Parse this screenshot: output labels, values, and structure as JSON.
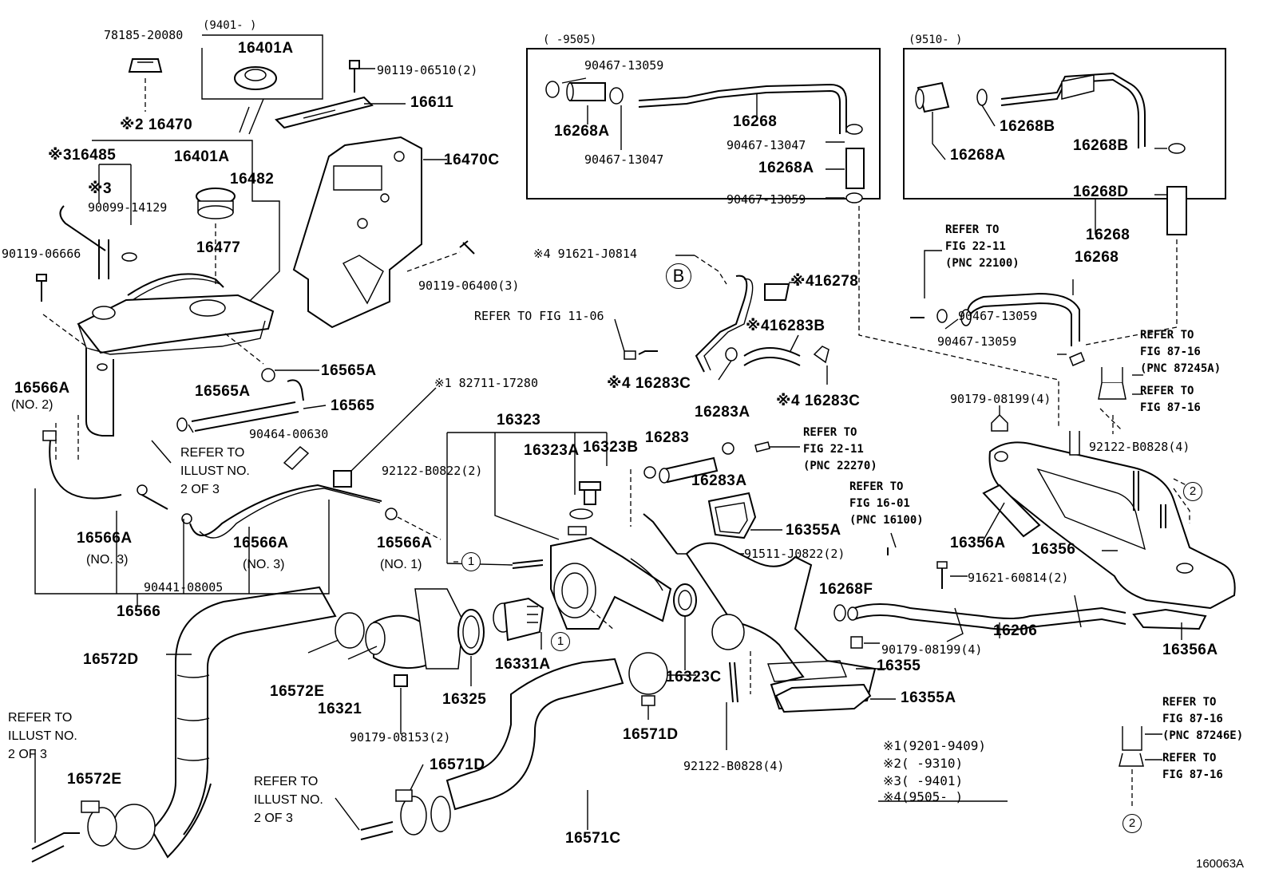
{
  "diagram_id": "160063A",
  "ranges": {
    "r9401": "(9401-          )",
    "r9505": "(       -9505)",
    "r9510": "(9510-        )"
  },
  "notes": {
    "n1": "※1(9201-9409)",
    "n2": "※2(      -9310)",
    "n3": "※3(      -9401)",
    "n4": "※4(9505-        )"
  },
  "refs": {
    "illust_a": "REFER TO\nILLUST NO.\n2 OF 3",
    "illust_b": "REFER TO\nILLUST NO.\n2 OF 3",
    "illust_c": "REFER TO\nILLUST NO.\n2 OF 3",
    "fig_22_11_a": "REFER TO\nFIG 22-11\n(PNC 22100)",
    "fig_22_11_b": "REFER TO\nFIG 22-11\n(PNC 22270)",
    "fig_16_01": "REFER TO\nFIG 16-01\n(PNC 16100)",
    "fig_11_06": "REFER TO FIG 11-06",
    "fig_87_16_a": "REFER TO\nFIG 87-16\n(PNC 87245A)",
    "fig_87_16_b": "REFER TO\nFIG 87-16",
    "fig_87_16_c": "REFER TO\nFIG 87-16\n(PNC 87246E)",
    "fig_87_16_d": "REFER TO\nFIG 87-16"
  },
  "parts": {
    "p78185": "78185-20080",
    "p16401A_top": "16401A",
    "p90119_06510": "90119-06510(2)",
    "p16611": "16611",
    "p16470": "※2 16470",
    "p16485": "※316485",
    "p16401A": "16401A",
    "p16482": "16482",
    "p16470C": "16470C",
    "p3": "※3",
    "p90099": "90099-14129",
    "p16477": "16477",
    "p90119_06666": "90119-06666",
    "p90119_06400": "90119-06400(3)",
    "p16565A_a": "16565A",
    "p16565A_b": "16565A",
    "p16565": "16565",
    "p16566A_no2": "16566A",
    "no2": "(NO. 2)",
    "p90464": "90464-00630",
    "p82711": "※1 82711-17280",
    "p16566A_no3a": "16566A",
    "no3a": "(NO. 3)",
    "p16566A_no3b": "16566A",
    "no3b": "(NO. 3)",
    "p16566A_no1": "16566A",
    "no1": "(NO. 1)",
    "p90441": "90441-08005",
    "p16566": "16566",
    "p16323": "16323",
    "p16323A": "16323A",
    "p16323B": "16323B",
    "p92122_b0822": "92122-B0822(2)",
    "p16283": "16283",
    "p16283A_a": "16283A",
    "p16283A_b": "16283A",
    "p16355A_a": "16355A",
    "p91511": "91511-J0822(2)",
    "p16268F": "16268F",
    "p16572D": "16572D",
    "p16572E_a": "16572E",
    "p16321": "16321",
    "p16325": "16325",
    "p16331A": "16331A",
    "p90179_08153": "90179-08153(2)",
    "p16323C": "16323C",
    "p16571D_a": "16571D",
    "p16355": "16355",
    "p16355A_b": "16355A",
    "p92122_b0828_a": "92122-B0828(4)",
    "p90179_08199_a": "90179-08199(4)",
    "p16206": "16206",
    "p16356A_a": "16356A",
    "p16356": "16356",
    "p16356A_b": "16356A",
    "p91621_60814": "91621-60814(2)",
    "p92122_b0828_b": "92122-B0828(4)",
    "p90179_08199_b": "90179-08199(4)",
    "p16572E_b": "16572E",
    "p16571D_b": "16571D",
    "p16571C": "16571C",
    "p90467_13059_a": "90467-13059",
    "p16268A_a": "16268A",
    "p90467_13047_a": "90467-13047",
    "p16268_a": "16268",
    "p90467_13047_b": "90467-13047",
    "p16268A_b": "16268A",
    "p90467_13059_b": "90467-13059",
    "p16268B_a": "16268B",
    "p16268A_c": "16268A",
    "p16268B_b": "16268B",
    "p16268D": "16268D",
    "p16268_b": "16268",
    "p16268_c": "16268",
    "p90467_13059_c": "90467-13059",
    "p90467_13059_d": "90467-13059",
    "p91621_J0814": "※4 91621-J0814",
    "p16278": "※416278",
    "p16283B": "※416283B",
    "p16283C_a": "※4 16283C",
    "p16283C_b": "※4 16283C"
  },
  "callouts": {
    "c1": "1",
    "c2": "2",
    "cB": "B"
  }
}
